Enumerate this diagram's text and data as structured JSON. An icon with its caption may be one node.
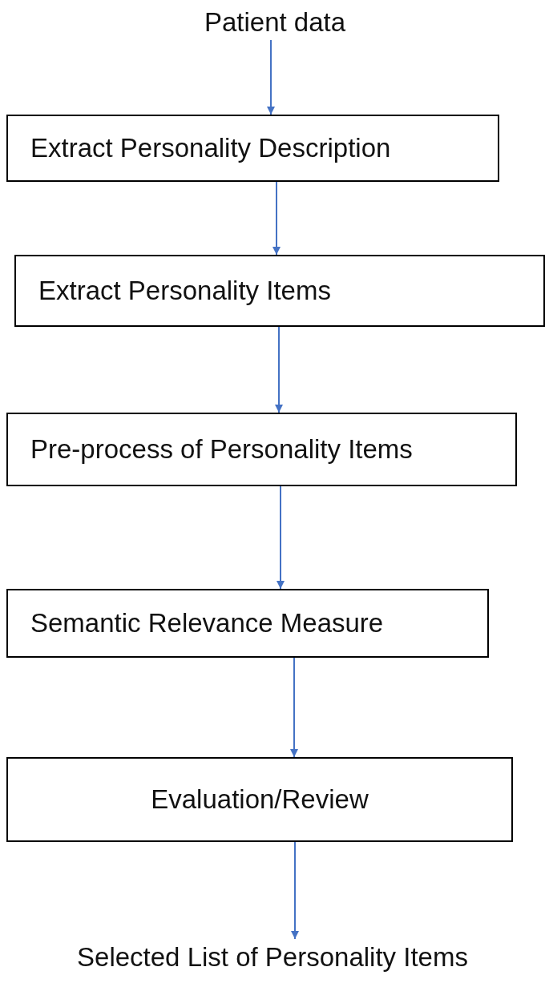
{
  "diagram": {
    "nodes": [
      {
        "text": [
          "Patient data"
        ]
      },
      {
        "text": [
          "Extract Personality Description"
        ]
      },
      {
        "text": [
          "Extract Personality Items"
        ]
      },
      {
        "text": [
          "Pre-process of Personality Items"
        ]
      },
      {
        "text": [
          "Semantic Relevance Measure"
        ]
      },
      {
        "text": [
          "Evaluation/Review"
        ]
      },
      {
        "text": [
          "Selected List of Personality Items"
        ]
      }
    ],
    "edges": [
      {
        "from": 0,
        "to": 1,
        "arrow": "to"
      },
      {
        "from": 1,
        "to": 2,
        "arrow": "to"
      },
      {
        "from": 2,
        "to": 3,
        "arrow": "to"
      },
      {
        "from": 3,
        "to": 4,
        "arrow": "to"
      },
      {
        "from": 4,
        "to": 5,
        "arrow": "to"
      },
      {
        "from": 5,
        "to": 6,
        "arrow": "to"
      }
    ]
  }
}
